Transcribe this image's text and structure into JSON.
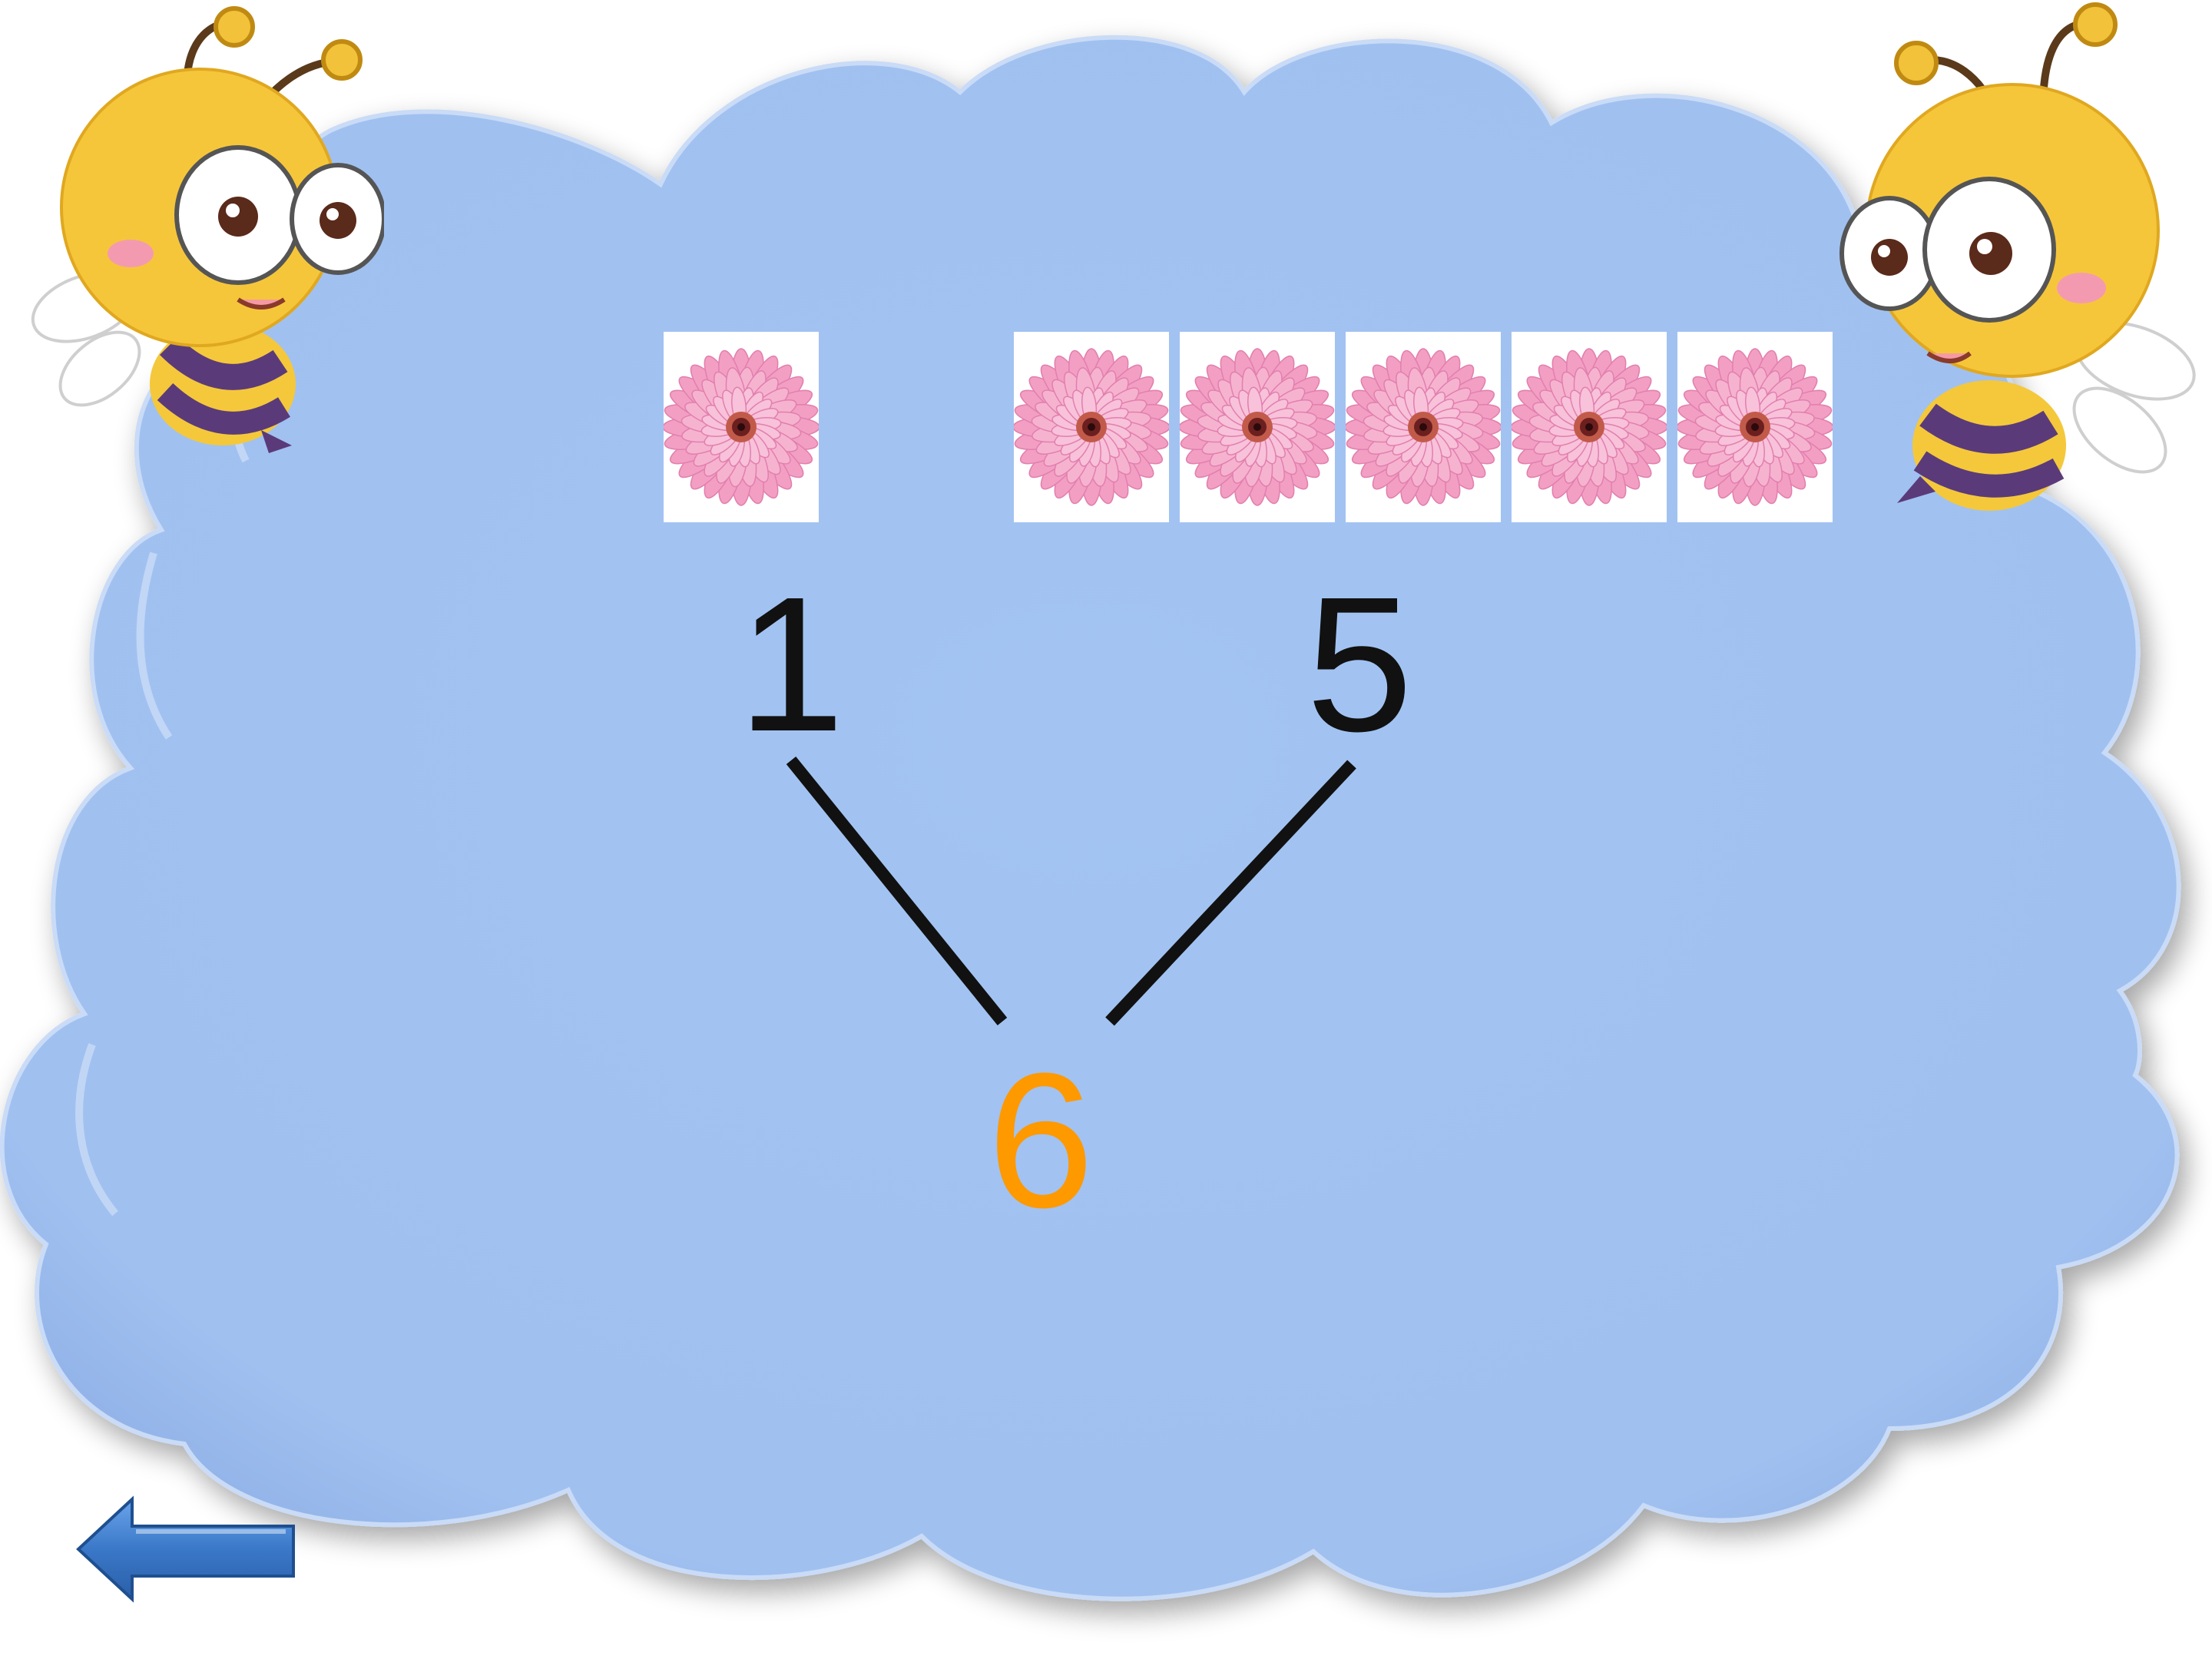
{
  "equation": {
    "left_number": "1",
    "right_number": "5",
    "total_number": "6",
    "left_flower_count": 1,
    "right_flower_count": 5
  },
  "colors": {
    "cloud_fill": "#a3c4f3",
    "cloud_shadow": "#9db3d6",
    "number_text": "#111111",
    "total_text": "#ff9900",
    "lines": "#111111",
    "flower_petal": "#f4a7c9",
    "flower_center": "#6b1f1f",
    "arrow_fill": "#3a78c8"
  },
  "icons": {
    "back": "left-arrow-icon",
    "decoration_left": "bee-icon",
    "decoration_right": "bee-icon",
    "flower": "daisy-flower-icon"
  }
}
